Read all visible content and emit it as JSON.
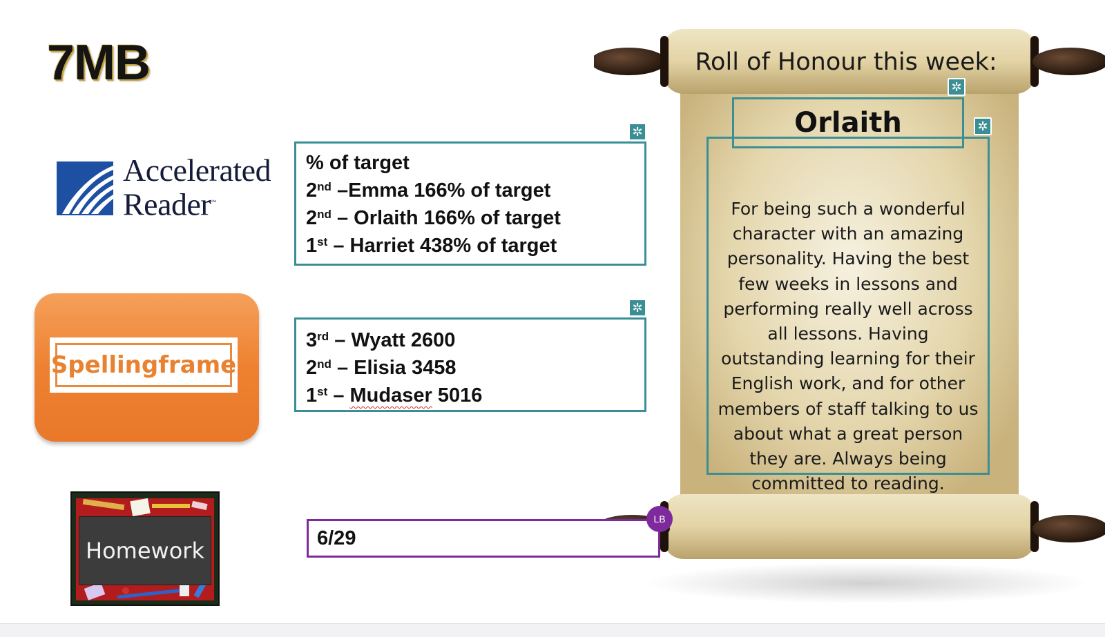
{
  "slide": {
    "title": "7MB"
  },
  "logos": {
    "accelerated_reader": {
      "line1": "Accelerated",
      "line2": "Reader",
      "tm": "™"
    },
    "spellingframe": {
      "label": "Spellingframe"
    },
    "homework": {
      "label": "Homework"
    }
  },
  "accelerated_reader_box": {
    "heading": "% of target",
    "entries": [
      {
        "ordinal": "2",
        "suffix": "nd",
        "text": " –Emma 166% of target"
      },
      {
        "ordinal": "2",
        "suffix": "nd",
        "text": " – Orlaith 166% of target"
      },
      {
        "ordinal": "1",
        "suffix": "st",
        "text": " – Harriet 438% of target"
      }
    ]
  },
  "spellingframe_box": {
    "entries": [
      {
        "ordinal": "3",
        "suffix": "rd",
        "text": " – Wyatt 2600"
      },
      {
        "ordinal": "2",
        "suffix": "nd",
        "text": " – Elisia 3458"
      },
      {
        "ordinal": "1",
        "suffix": "st",
        "prefix": " – ",
        "name": "Mudaser",
        "score": " 5016"
      }
    ]
  },
  "homework_box": {
    "text": "6/29"
  },
  "collaborator": {
    "initials": "LB",
    "color": "#7e2a9c"
  },
  "comment_icon": {
    "glyph": "✲",
    "name": "comment-icon"
  },
  "roll_of_honour": {
    "title": "Roll of Honour this week:",
    "name": "Orlaith",
    "body": "For being such a wonderful character with an amazing personality. Having the best few weeks in lessons and performing really well across all lessons. Having outstanding learning for their English work, and for other members of staff talking to us about what a great person they are. Always being committed to reading."
  },
  "colors": {
    "accent_teal": "#3a8f94",
    "accent_purple": "#7e2a9c",
    "spellingframe_orange": "#ee8131",
    "ar_blue": "#1d4fa3",
    "scroll_parchment": "#e8dcb6"
  }
}
